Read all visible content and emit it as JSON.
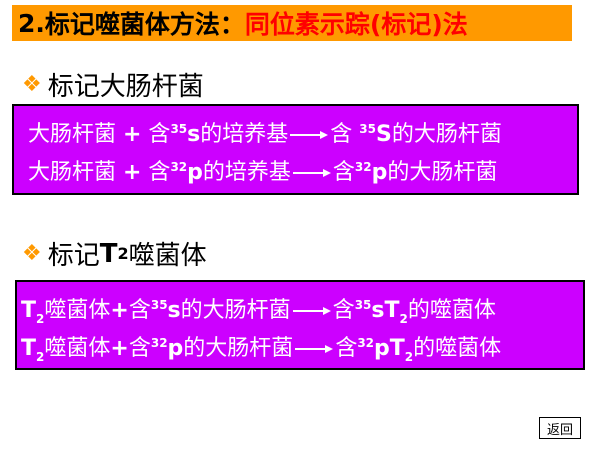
{
  "title": {
    "prefix": "2.",
    "black_text": "标记噬菌体方法：",
    "red_text": "同位素示踪(标记)法"
  },
  "section1": {
    "heading": "标记大肠杆菌",
    "lines": [
      {
        "a": "大肠杆菌 ",
        "plus": "+",
        "b": " 含",
        "sup": "35",
        "elem": "s",
        "c": "的培养基",
        "d": "含 ",
        "sup2": "35",
        "elem2": "S",
        "e": "的大肠杆菌"
      },
      {
        "a": "大肠杆菌 ",
        "plus": "+",
        "b": " 含",
        "sup": "32",
        "elem": "p",
        "c": "的培养基",
        "d": "含",
        "sup2": "32",
        "elem2": "p",
        "e": "的大肠杆菌"
      }
    ]
  },
  "section2": {
    "heading_pre": "标记",
    "heading_t": "T",
    "heading_sub": "2",
    "heading_post": "噬菌体",
    "lines": [
      {
        "t": "T",
        "sub": "2",
        "a": "噬菌体",
        "plus": "+",
        "b": "含",
        "sup": "35",
        "elem": "s",
        "c": "的大肠杆菌",
        "d": "含",
        "sup2": "35",
        "elem2": "sT",
        "sub2": "2",
        "e": "的噬菌体"
      },
      {
        "t": "T",
        "sub": "2",
        "a": "噬菌体",
        "plus": "+",
        "b": "含",
        "sup": "32",
        "elem": "p",
        "c": "的大肠杆菌",
        "d": "含",
        "sup2": "32",
        "elem2": "pT",
        "sub2": "2",
        "e": "的噬菌体"
      }
    ]
  },
  "back_button": "返回",
  "colors": {
    "title_bg": "#ff9900",
    "title_red": "#ff0000",
    "box_bg": "#cc00ff",
    "bullet": "#ff9900"
  }
}
